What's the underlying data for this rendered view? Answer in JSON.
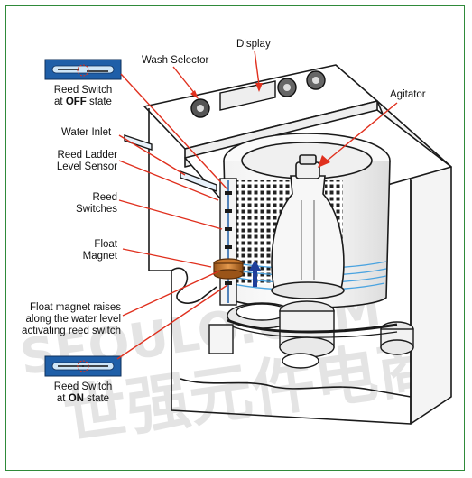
{
  "labels": {
    "display": "Display",
    "wash_selector": "Wash Selector",
    "agitator": "Agitator",
    "water_inlet": "Water Inlet",
    "reed_ladder_line1": "Reed Ladder",
    "reed_ladder_line2": "Level Sensor",
    "reed_switches_line1": "Reed",
    "reed_switches_line2": "Switches",
    "float_magnet_line1": "Float",
    "float_magnet_line2": "Magnet",
    "float_raises_line1": "Float magnet raises",
    "float_raises_line2": "along the water level",
    "float_raises_line3": "activating reed switch",
    "off_line1": "Reed Switch",
    "off_line2_prefix": "at ",
    "off_line2_bold": "OFF",
    "off_line2_suffix": " state",
    "on_line1": "Reed Switch",
    "on_line2_prefix": "at ",
    "on_line2_bold": "ON",
    "on_line2_suffix": " state"
  },
  "watermark": {
    "latin": "SEOULO.COM",
    "cjk": "世强元件电商"
  },
  "colors": {
    "border": "#2f8a3a",
    "leader": "#e0301e",
    "switch_box": "#1f5fa8",
    "water": "#4aa3e0",
    "magnet": "#c8782e"
  }
}
